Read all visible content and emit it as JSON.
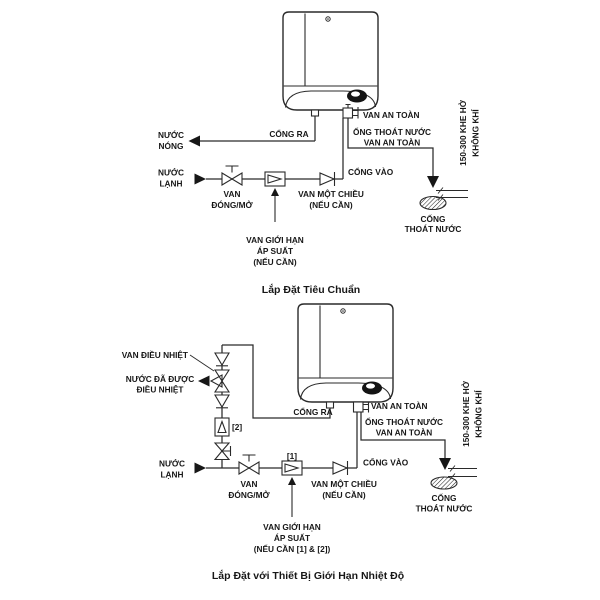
{
  "figure": {
    "background": "#ffffff",
    "ink": "#1a1a1a"
  },
  "standard": {
    "title": "Lắp Đặt Tiêu Chuẩn",
    "hot_water": [
      "NƯỚC",
      "NÓNG"
    ],
    "cold_water": [
      "NƯỚC",
      "LẠNH"
    ],
    "outlet_port": "CỔNG RA",
    "inlet_port": "CỔNG VÀO",
    "safety_valve": "VAN AN TOÀN",
    "safety_drain_pipe": [
      "ỐNG THOÁT NƯỚC",
      "VAN AN TOÀN"
    ],
    "shutoff_valve": [
      "VAN",
      "ĐÓNG/MỞ"
    ],
    "check_valve": [
      "VAN MỘT CHIỀU",
      "(NẾU CẦN)"
    ],
    "pressure_valve": [
      "VAN GIỚI HẠN",
      "ÁP SUẤT",
      "(NẾU CẦN)"
    ],
    "air_gap": [
      "150-300 KHE HỞ",
      "KHÔNG KHÍ"
    ],
    "floor_drain": [
      "CỐNG",
      "THOÁT NƯỚC"
    ]
  },
  "tempering": {
    "title": "Lắp Đặt với Thiết Bị Giới Hạn Nhiệt Độ",
    "thermo_valve": "VAN ĐIỀU NHIỆT",
    "tempered_water": [
      "NƯỚC ĐÃ ĐƯỢC",
      "ĐIỀU NHIỆT"
    ],
    "cold_water": [
      "NƯỚC",
      "LẠNH"
    ],
    "outlet_port": "CỔNG RA",
    "inlet_port": "CỔNG VÀO",
    "safety_valve": "VAN AN TOÀN",
    "safety_drain_pipe": [
      "ỐNG THOÁT NƯỚC",
      "VAN AN TOÀN"
    ],
    "shutoff_valve": [
      "VAN",
      "ĐÓNG/MỞ"
    ],
    "check_valve": [
      "VAN MỘT CHIỀU",
      "(NẾU CẦN)"
    ],
    "pressure_valve": [
      "VAN GIỚI HẠN",
      "ÁP SUẤT",
      "(NẾU CẦN [1] & [2])"
    ],
    "tag1": "[1]",
    "tag2": "[2]",
    "air_gap": [
      "150-300 KHE HỞ",
      "KHÔNG KHÍ"
    ],
    "floor_drain": [
      "CỐNG",
      "THOÁT NƯỚC"
    ]
  }
}
